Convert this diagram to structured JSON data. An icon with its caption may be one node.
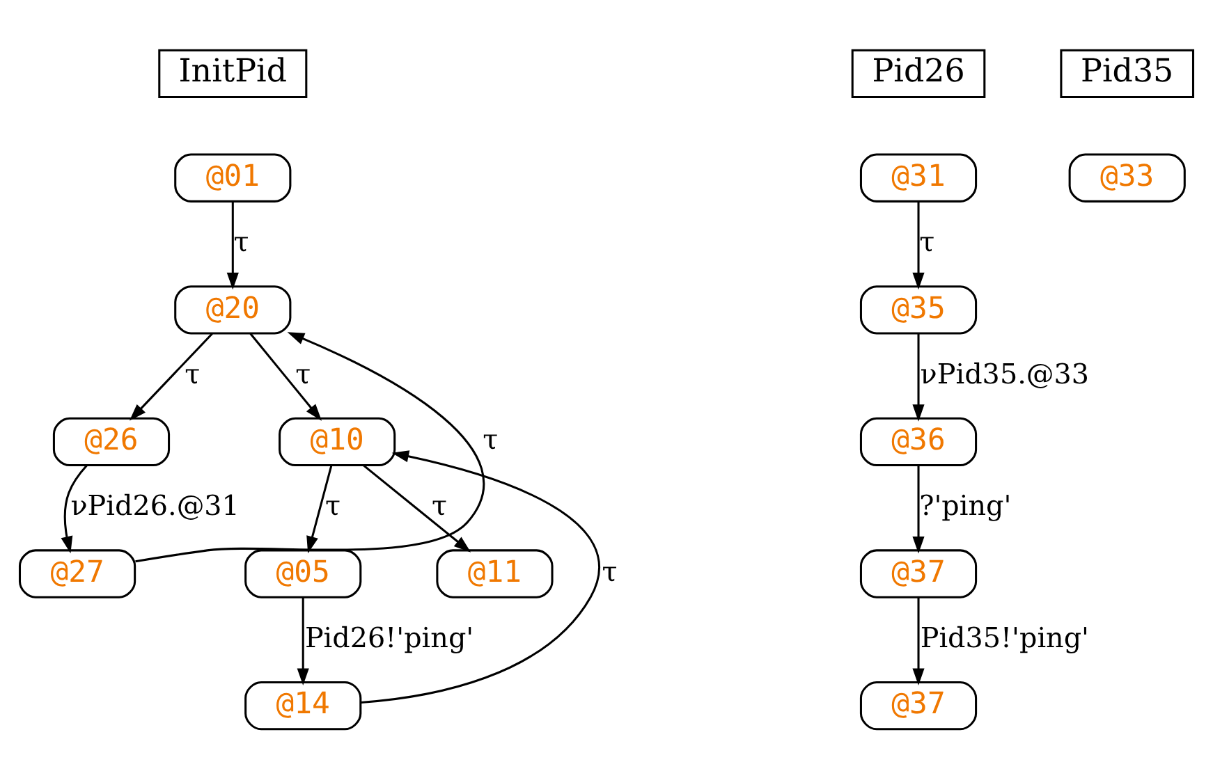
{
  "diagram": {
    "nodes": [
      {
        "text": [
          "InitPid"
        ]
      },
      {
        "text": [
          "@01"
        ]
      },
      {
        "text": [
          "@20"
        ]
      },
      {
        "text": [
          "@26"
        ]
      },
      {
        "text": [
          "@27"
        ]
      },
      {
        "text": [
          "@10"
        ]
      },
      {
        "text": [
          "@05"
        ]
      },
      {
        "text": [
          "@14"
        ]
      },
      {
        "text": [
          "@11"
        ]
      },
      {
        "text": [
          "Pid26"
        ]
      },
      {
        "text": [
          "@31"
        ]
      },
      {
        "text": [
          "@35"
        ]
      },
      {
        "text": [
          "@36"
        ]
      },
      {
        "text": [
          "@37"
        ]
      },
      {
        "text": [
          "@37"
        ]
      },
      {
        "text": [
          "Pid35"
        ]
      },
      {
        "text": [
          "@33"
        ]
      }
    ],
    "edges": [
      {
        "from": 1,
        "to": 2,
        "arrow": "to",
        "label": "τ"
      },
      {
        "from": 2,
        "to": 3,
        "arrow": "to",
        "label": "τ"
      },
      {
        "from": 3,
        "to": 4,
        "arrow": "to",
        "label": "νPid26.@31"
      },
      {
        "from": 4,
        "to": 2,
        "arrow": "to",
        "label": "τ"
      },
      {
        "from": 2,
        "to": 5,
        "arrow": "to",
        "label": "τ"
      },
      {
        "from": 5,
        "to": 6,
        "arrow": "to",
        "label": "τ"
      },
      {
        "from": 6,
        "to": 7,
        "arrow": "to",
        "label": "Pid26!'ping'"
      },
      {
        "from": 7,
        "to": 5,
        "arrow": "to",
        "label": "τ"
      },
      {
        "from": 5,
        "to": 8,
        "arrow": "to",
        "label": "τ"
      },
      {
        "from": 10,
        "to": 11,
        "arrow": "to",
        "label": "τ"
      },
      {
        "from": 11,
        "to": 12,
        "arrow": "to",
        "label": "νPid35.@33"
      },
      {
        "from": 12,
        "to": 13,
        "arrow": "to",
        "label": "?'ping'"
      },
      {
        "from": 13,
        "to": 14,
        "arrow": "to",
        "label": "Pid35!'ping'"
      }
    ]
  }
}
